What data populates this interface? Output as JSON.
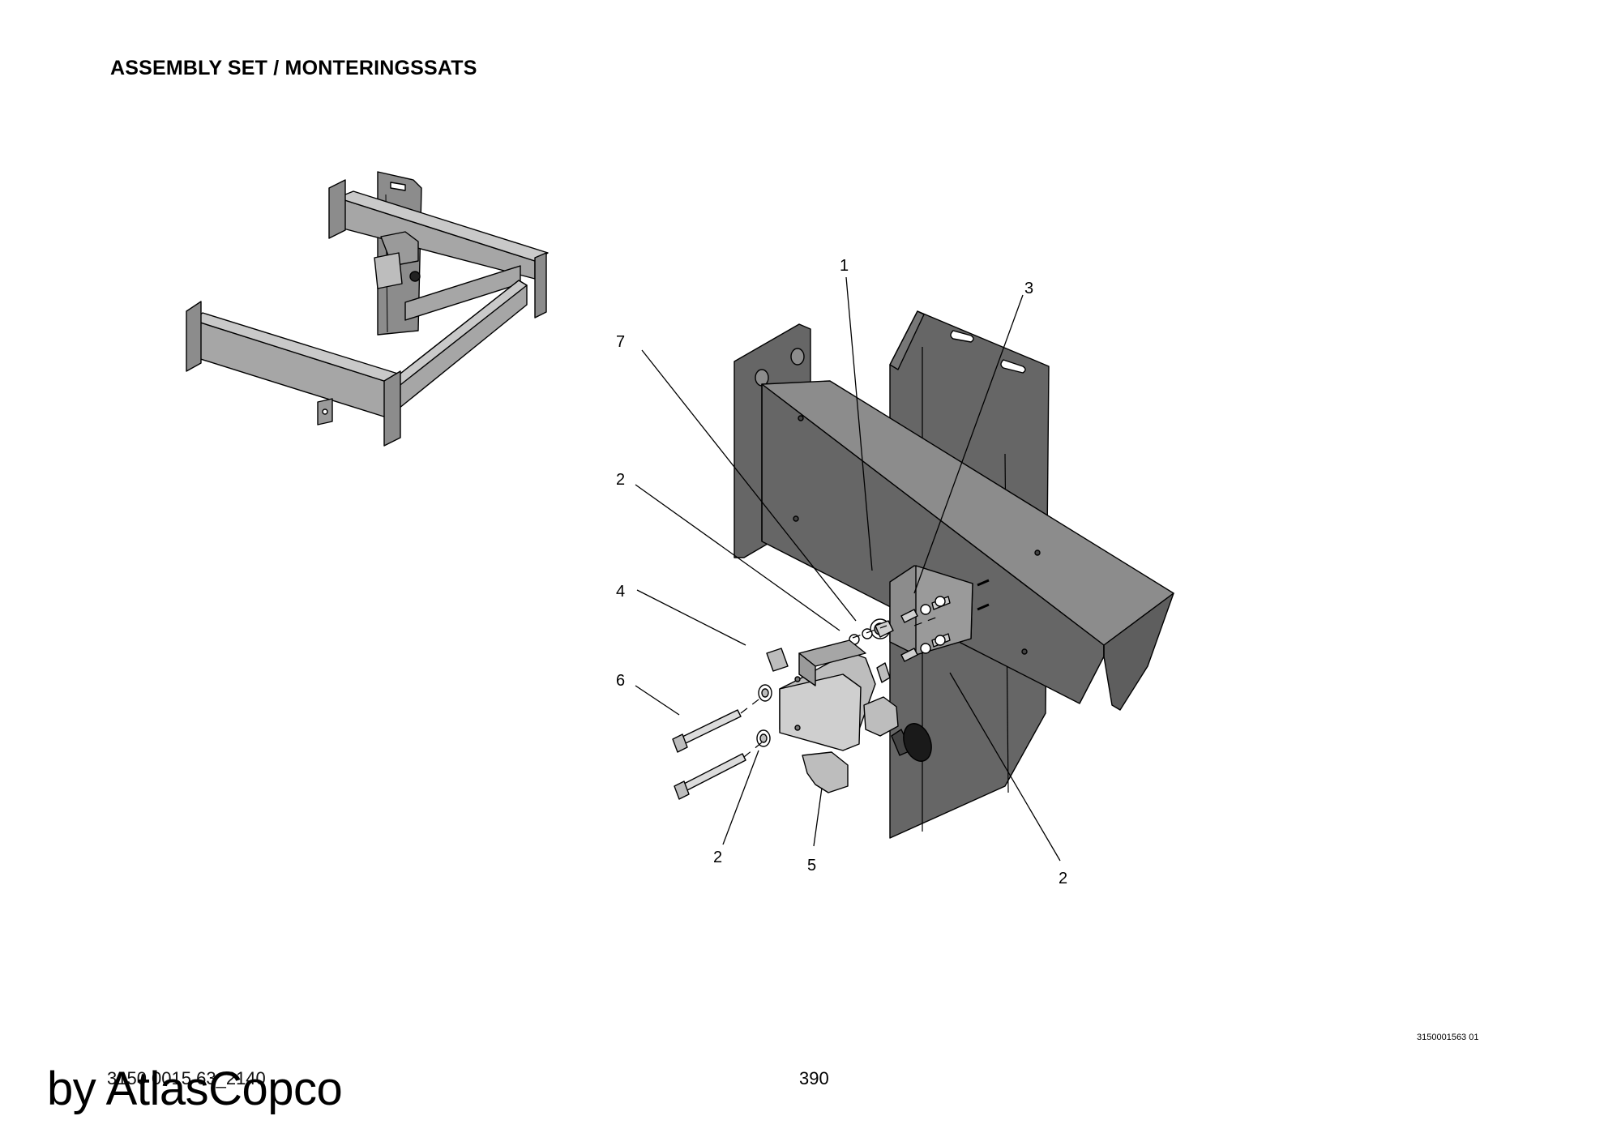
{
  "header": {
    "title": "ASSEMBLY SET / MONTERINGSSATS"
  },
  "callouts": {
    "c1": "1",
    "c3": "3",
    "c7": "7",
    "c2a": "2",
    "c4": "4",
    "c6": "6",
    "c2b": "2",
    "c5": "5",
    "c2c": "2"
  },
  "footer": {
    "drawing_id": "3150001563 01",
    "doc_number": "3150 0015 63_2140",
    "page_number": "390",
    "watermark": "by AtlasCopco"
  },
  "colors": {
    "steel_dark": "#666666",
    "steel_mid": "#8c8c8c",
    "steel_light": "#a6a6a6",
    "valve_light": "#bdbdbd",
    "outline": "#000000"
  }
}
